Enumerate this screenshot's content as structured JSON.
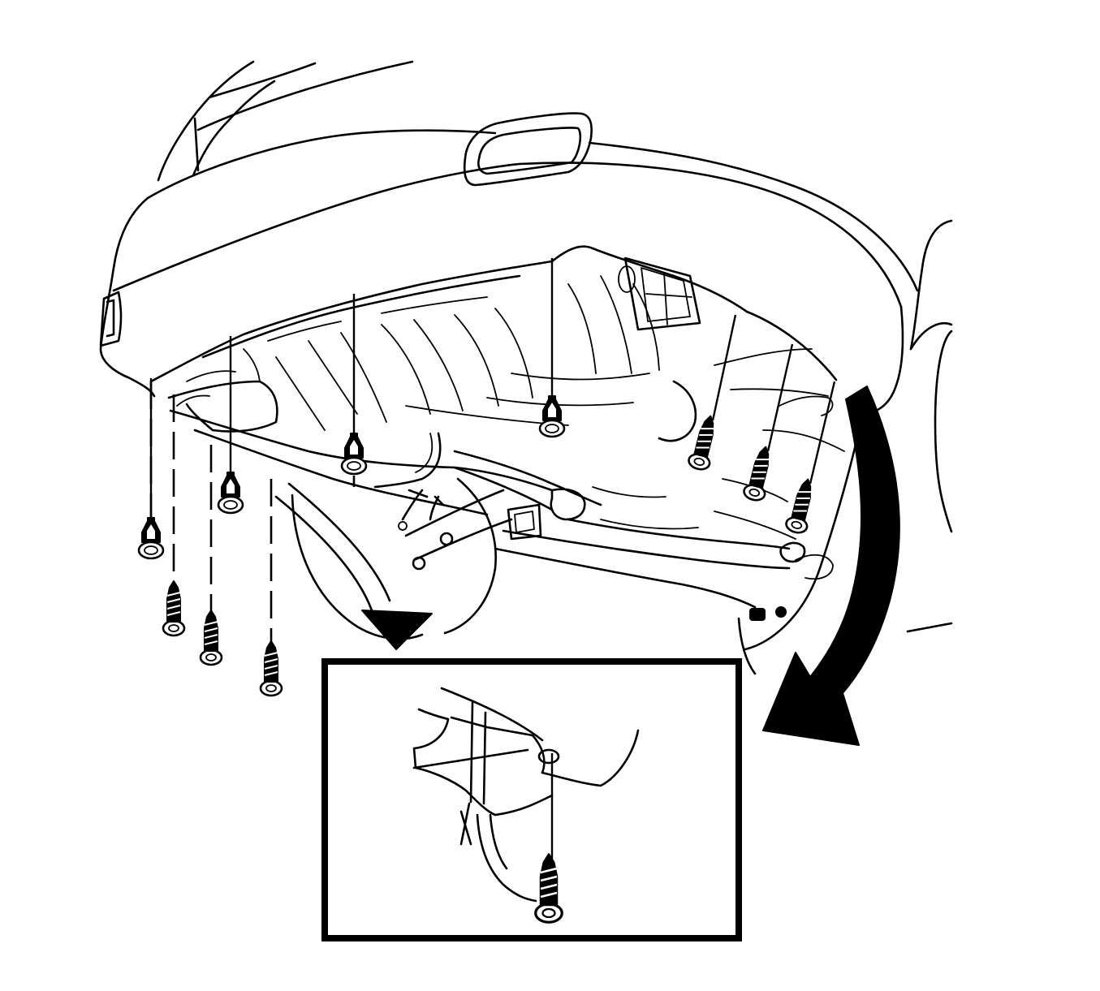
{
  "figure": {
    "type": "service-illustration",
    "style": "black line art on white",
    "colors": {
      "line": "#000000",
      "background": "#ffffff"
    },
    "hardware_icons": [
      "push-pin-retainer-icon",
      "tapping-screw-icon"
    ],
    "callout_arrows": 2,
    "detail_view": true
  }
}
